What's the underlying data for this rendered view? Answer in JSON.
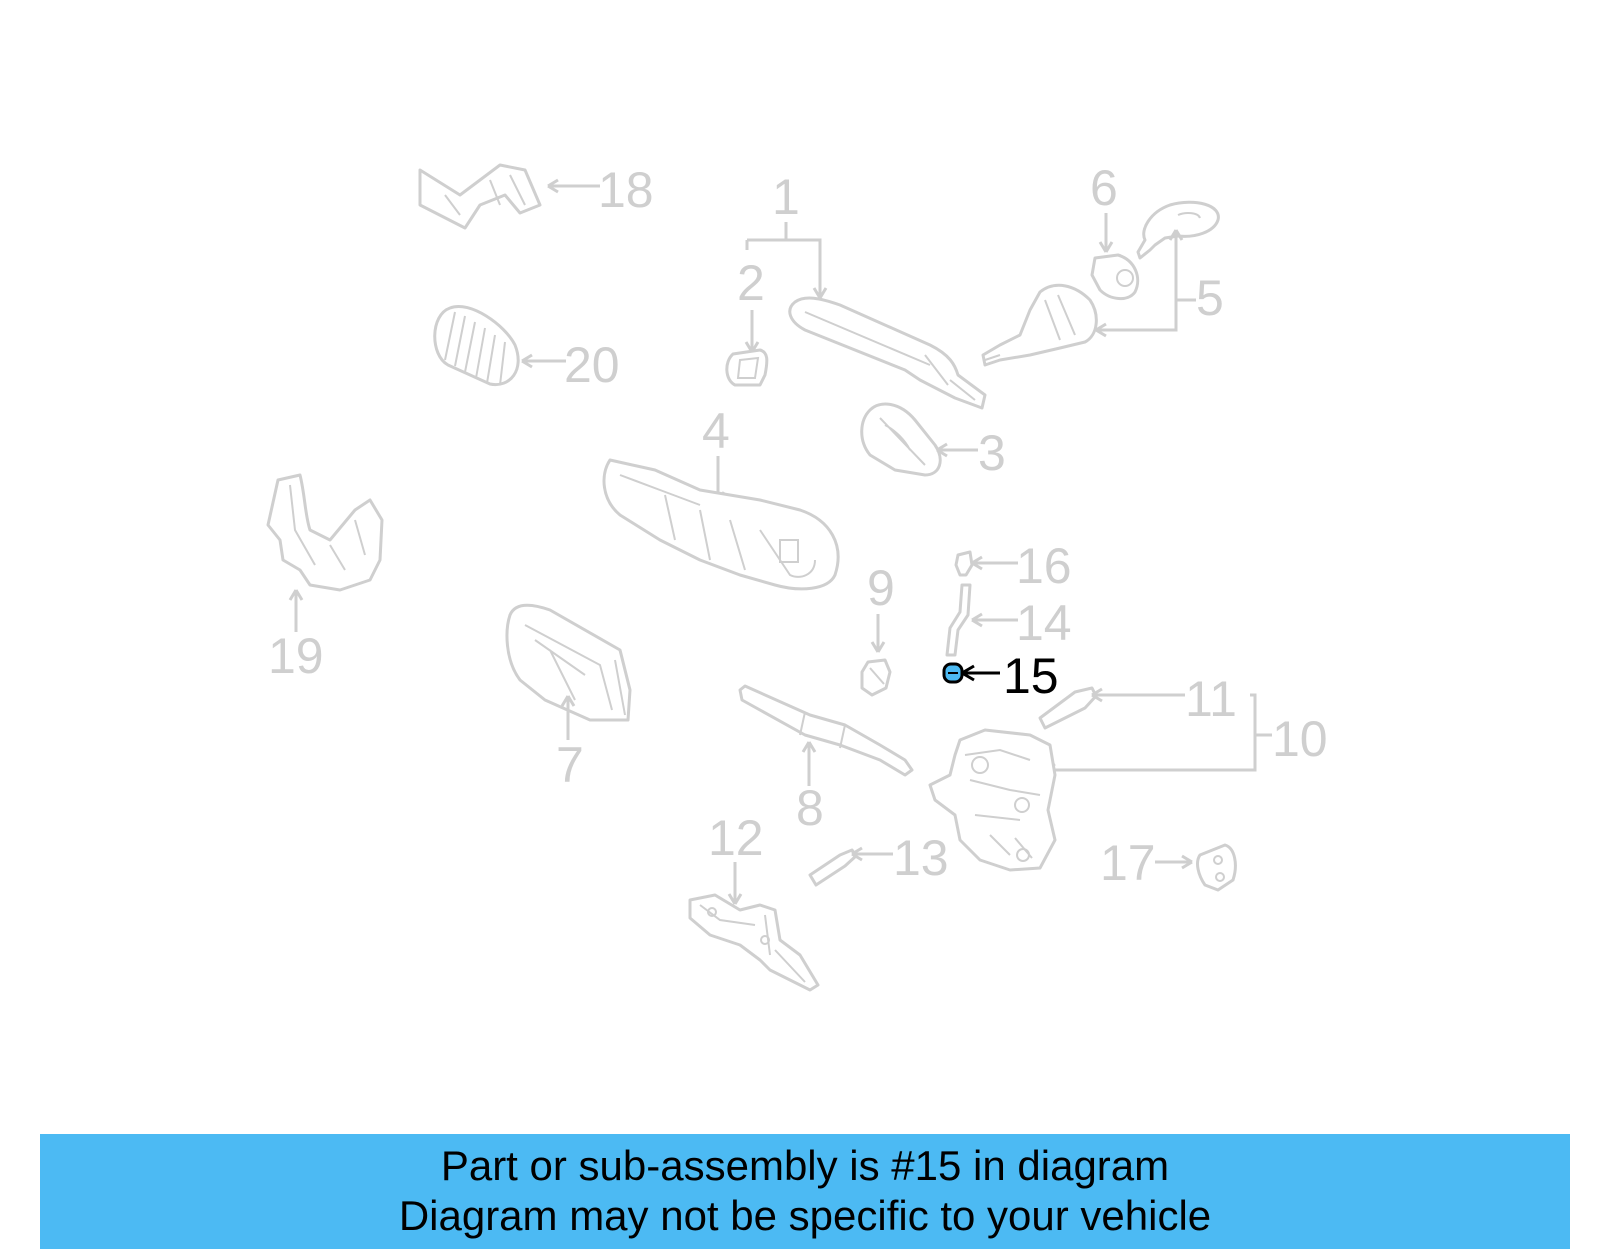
{
  "diagram": {
    "highlighted_part": "15",
    "highlight_color": "#4cbaf3",
    "inactive_color": "#cfcfcf",
    "callouts": [
      {
        "id": "1",
        "label": "1"
      },
      {
        "id": "2",
        "label": "2"
      },
      {
        "id": "3",
        "label": "3"
      },
      {
        "id": "4",
        "label": "4"
      },
      {
        "id": "5",
        "label": "5"
      },
      {
        "id": "6",
        "label": "6"
      },
      {
        "id": "7",
        "label": "7"
      },
      {
        "id": "8",
        "label": "8"
      },
      {
        "id": "9",
        "label": "9"
      },
      {
        "id": "10",
        "label": "10"
      },
      {
        "id": "11",
        "label": "11"
      },
      {
        "id": "12",
        "label": "12"
      },
      {
        "id": "13",
        "label": "13"
      },
      {
        "id": "14",
        "label": "14"
      },
      {
        "id": "15",
        "label": "15"
      },
      {
        "id": "16",
        "label": "16"
      },
      {
        "id": "17",
        "label": "17"
      },
      {
        "id": "18",
        "label": "18"
      },
      {
        "id": "19",
        "label": "19"
      },
      {
        "id": "20",
        "label": "20"
      }
    ]
  },
  "banner": {
    "line1": "Part or sub-assembly is #15 in diagram",
    "line2": "Diagram may not be specific to your vehicle",
    "background": "#4cbaf3"
  }
}
